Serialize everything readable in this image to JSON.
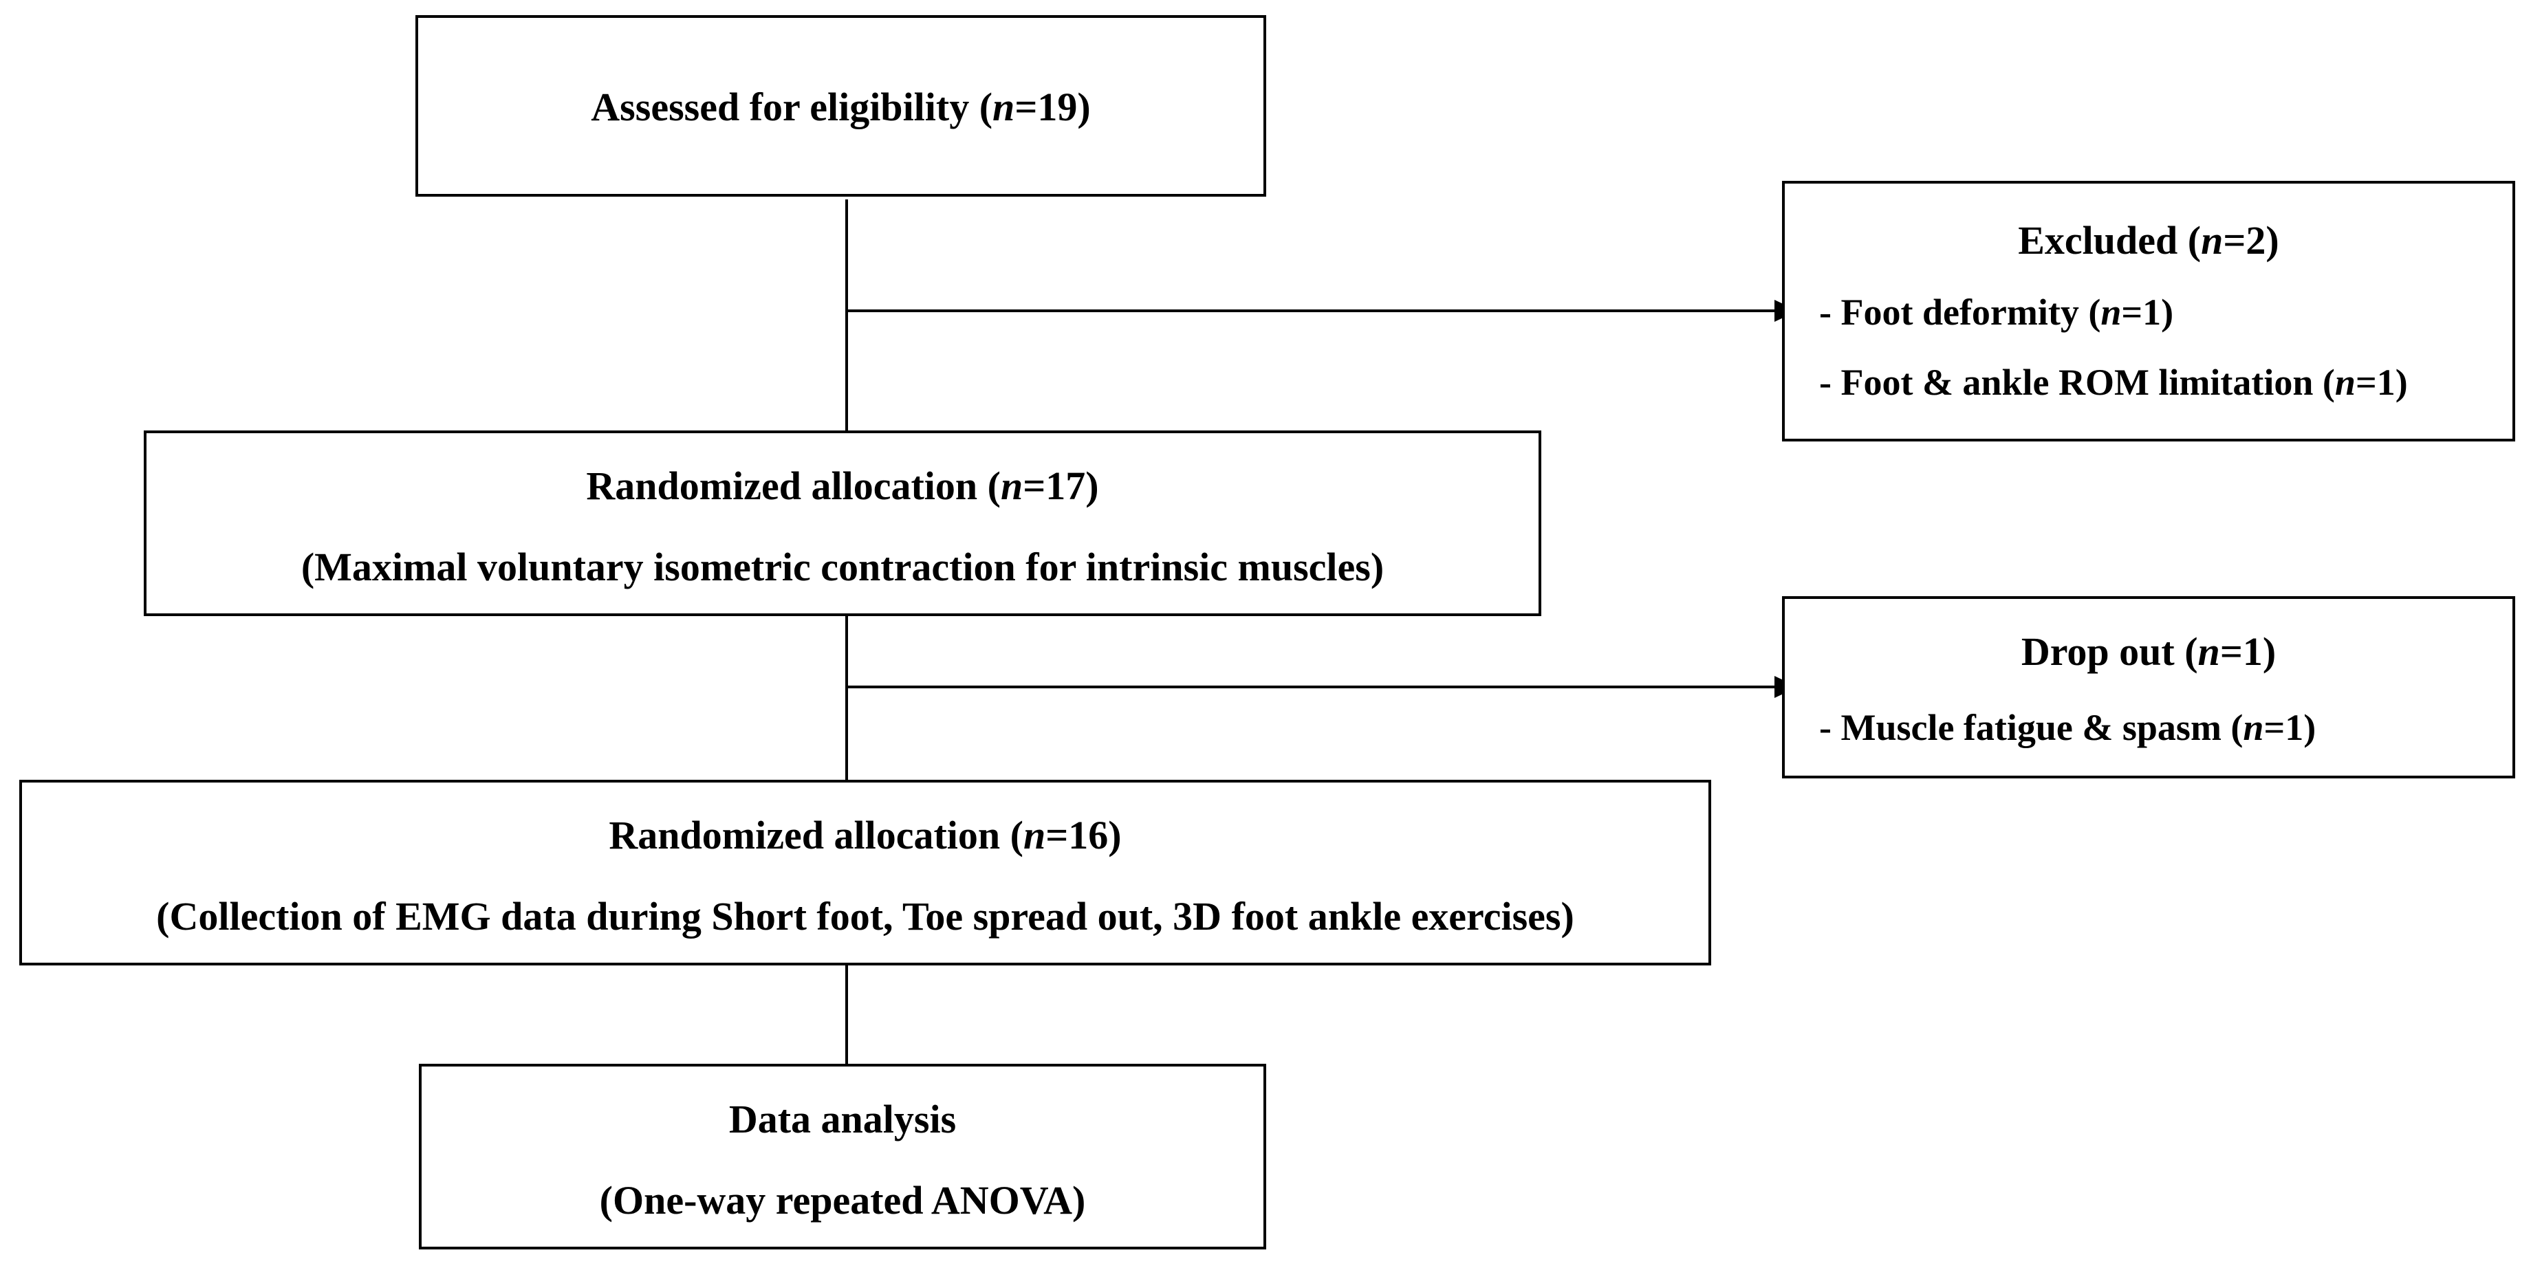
{
  "flow": {
    "assessed": {
      "pre": "Assessed for eligibility (",
      "n_var": "n",
      "post": "=19)"
    },
    "excluded": {
      "title": {
        "pre": "Excluded (",
        "n_var": "n",
        "post": "=2)"
      },
      "reasons": [
        {
          "pre": "- Foot deformity (",
          "n_var": "n",
          "post": "=1)"
        },
        {
          "pre": "- Foot & ankle ROM limitation (",
          "n_var": "n",
          "post": "=1)"
        }
      ]
    },
    "alloc1": {
      "line1": {
        "pre": "Randomized allocation (",
        "n_var": "n",
        "post": "=17)"
      },
      "line2": "(Maximal voluntary isometric contraction for intrinsic muscles)"
    },
    "dropout": {
      "title": {
        "pre": "Drop out (",
        "n_var": "n",
        "post": "=1)"
      },
      "reasons": [
        {
          "pre": "- Muscle fatigue & spasm (",
          "n_var": "n",
          "post": "=1)"
        }
      ]
    },
    "alloc2": {
      "line1": {
        "pre": "Randomized allocation (",
        "n_var": "n",
        "post": "=16)"
      },
      "line2": "(Collection of EMG data during Short foot, Toe spread out, 3D foot ankle exercises)"
    },
    "analysis": {
      "line1": "Data analysis",
      "line2": "(One-way repeated ANOVA)"
    }
  }
}
